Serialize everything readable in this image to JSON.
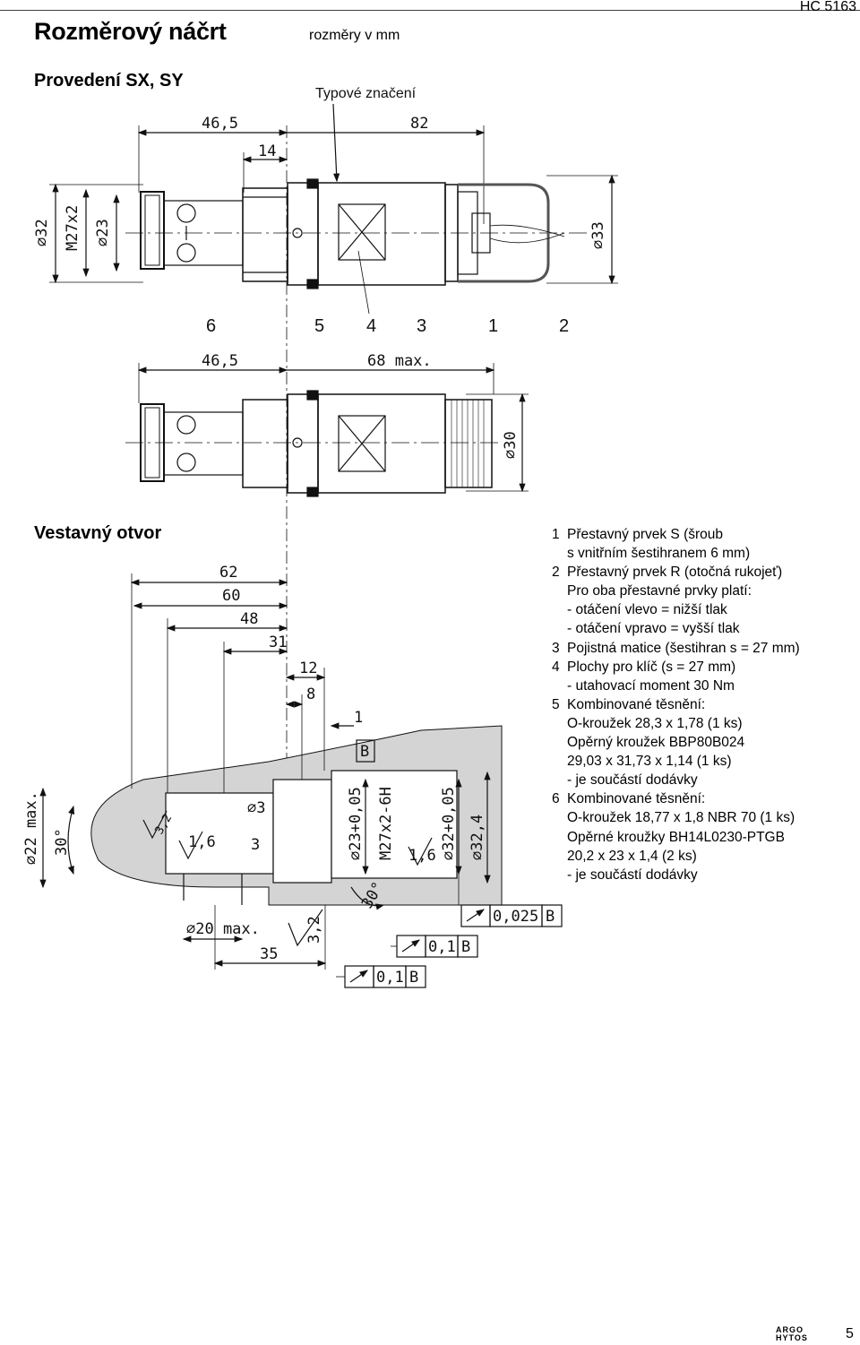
{
  "header": {
    "doc_code": "HC 5163",
    "title": "Rozměrový náčrt",
    "units_note": "rozměry v mm"
  },
  "section1": {
    "heading": "Provedení SX, SY",
    "type_label": "Typové značení",
    "dims_top": [
      "46,5",
      "82",
      "14"
    ],
    "dims_left": [
      "⌀32",
      "M27x2",
      "⌀23"
    ],
    "dim_right": "⌀33",
    "position_numbers": [
      "6",
      "5",
      "4",
      "3",
      "1",
      "2"
    ]
  },
  "section2": {
    "dims_top": [
      "46,5",
      "68 max."
    ],
    "dim_right": "⌀30"
  },
  "section3": {
    "heading": "Vestavný otvor",
    "dims_horizontal": [
      "62",
      "60",
      "48",
      "31",
      "12",
      "8",
      "1"
    ],
    "datum": "B",
    "dims_vertical": [
      "⌀22 max.",
      "30°",
      "⌀3",
      "3",
      "⌀23+0,05",
      "M27x2-6H",
      "⌀32+0,05",
      "⌀32,4"
    ],
    "roughness": [
      "3,2",
      "1,6",
      "1,6",
      "3,2"
    ],
    "angle_bottom": "30°",
    "dims_bottom": [
      "⌀20 max.",
      "35"
    ],
    "tolerance_frames": [
      {
        "value": "0,025",
        "datum": "B"
      },
      {
        "value": "0,1",
        "datum": "B"
      },
      {
        "value": "0,1",
        "datum": "B"
      }
    ]
  },
  "legend": {
    "items": [
      {
        "nr": "1",
        "lines": [
          "Přestavný prvek S (šroub",
          "s vnitřním šestihranem 6 mm)"
        ]
      },
      {
        "nr": "2",
        "lines": [
          "Přestavný prvek R (otočná rukojeť)",
          "Pro oba přestavné prvky platí:",
          "- otáčení vlevo = nižší tlak",
          "- otáčení vpravo = vyšší tlak"
        ]
      },
      {
        "nr": "3",
        "lines": [
          "Pojistná matice (šestihran s = 27 mm)"
        ]
      },
      {
        "nr": "4",
        "lines": [
          "Plochy pro klíč (s = 27 mm)",
          "- utahovací moment 30 Nm"
        ]
      },
      {
        "nr": "5",
        "lines": [
          "Kombinované těsnění:",
          "O-kroužek 28,3 x 1,78 (1 ks)",
          "Opěrný kroužek BBP80B024",
          "29,03 x 31,73 x 1,14 (1 ks)",
          "- je součástí dodávky"
        ]
      },
      {
        "nr": "6",
        "lines": [
          "Kombinované těsnění:",
          "O-kroužek 18,77 x 1,8 NBR 70 (1 ks)",
          "Opěrné kroužky BH14L0230-PTGB",
          "20,2 x 23 x 1,4 (2 ks)",
          "- je součástí dodávky"
        ]
      }
    ]
  },
  "footer": {
    "logo_line1": "ARGO",
    "logo_line2": "HYTOS",
    "page_number": "5",
    "colors": {
      "rule": "#000000",
      "hatch": "#d4d4d4",
      "line": "#111111"
    }
  }
}
